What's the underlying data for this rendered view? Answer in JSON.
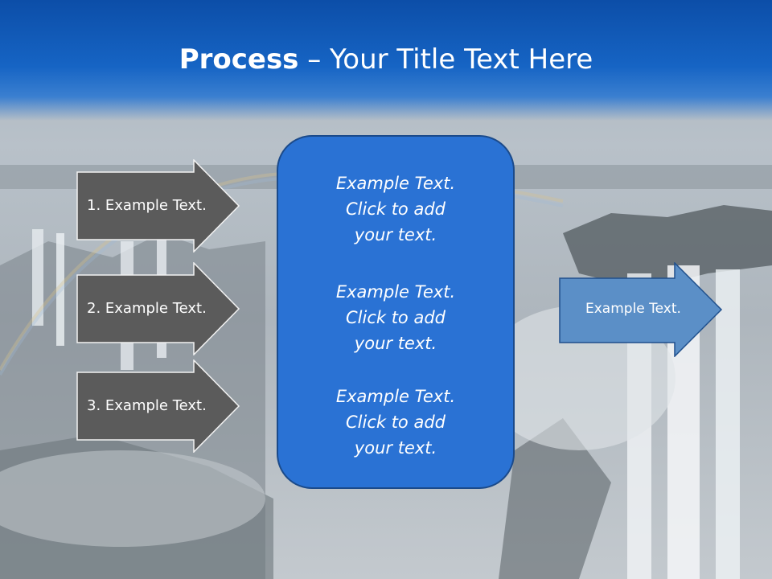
{
  "title": {
    "bold": "Process",
    "rest": " – Your Title Text Here"
  },
  "inputs": [
    {
      "label": "1. Example Text."
    },
    {
      "label": "2. Example Text."
    },
    {
      "label": "3. Example Text."
    }
  ],
  "center": {
    "blocks": [
      {
        "line1": "Example Text.",
        "line2": "Click  to add",
        "line3": "your text."
      },
      {
        "line1": "Example Text.",
        "line2": "Click  to add",
        "line3": "your text."
      },
      {
        "line1": "Example Text.",
        "line2": "Click  to add",
        "line3": "your text."
      }
    ]
  },
  "output": {
    "label": "Example Text."
  },
  "colors": {
    "header": "#1664c4",
    "box": "#2a72d4",
    "box_border": "#1b4a8a",
    "input_arrow": "#5b5b5b",
    "output_arrow": "#5b8fc7"
  }
}
